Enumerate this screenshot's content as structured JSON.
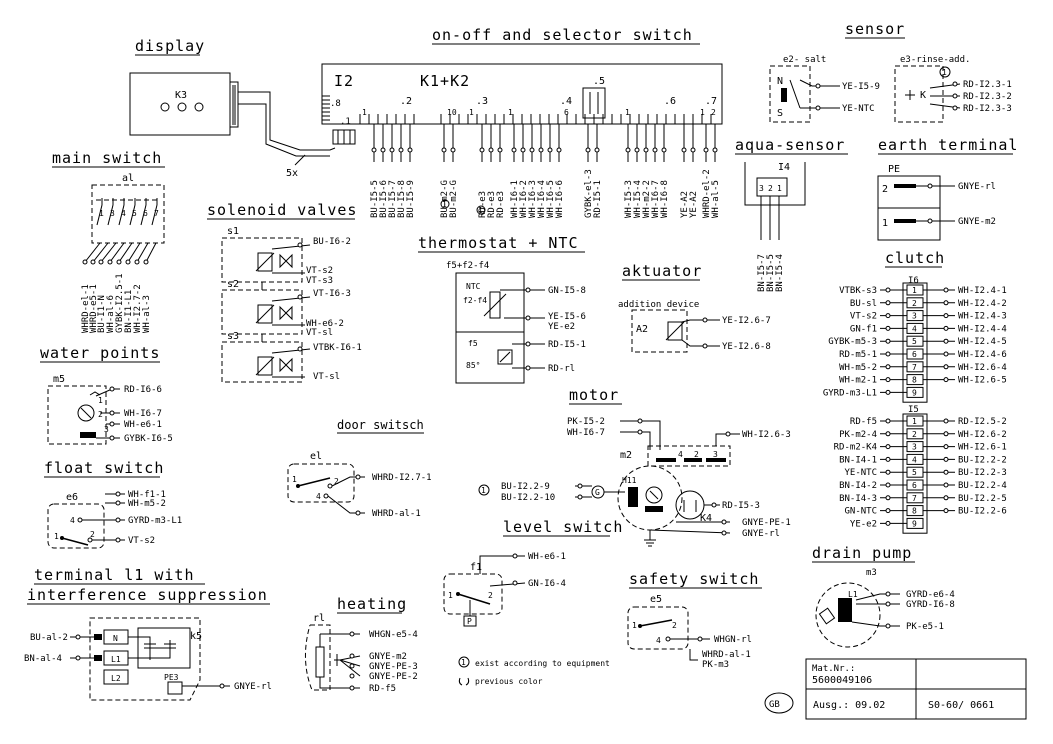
{
  "headings": {
    "display": "display",
    "on_off": "on-off and selector switch",
    "sensor": "sensor",
    "main_switch": "main switch",
    "solenoid_valves": "solenoid valves",
    "thermostat": "thermostat + NTC",
    "aqua_sensor": "aqua-sensor",
    "earth_terminal": "earth terminal",
    "clutch": "clutch",
    "water_points": "water points",
    "aktuator": "aktuator",
    "motor": "motor",
    "door_switch": "door switsch",
    "float_switch": "float switch",
    "level_switch": "level switch",
    "terminal_l1": "terminal l1 with",
    "interference": "interference suppression",
    "safety_switch": "safety switch",
    "heating": "heating",
    "drain_pump": "drain pump"
  },
  "display": {
    "ref": "K3",
    "count": "5x"
  },
  "selector": {
    "ref_i2": "I2",
    "ref_k": "K1+K2",
    "pins": [
      ".8",
      ".1",
      ".2",
      ".3",
      ".4",
      ".5",
      ".6",
      ".7"
    ],
    "pin_numbers": [
      "1",
      "10",
      "1",
      "1",
      "6",
      "1",
      "1",
      "2"
    ],
    "wires": [
      "BU-I5-5",
      "BU-I5-6",
      "BU-I5-7",
      "BU-I5-8",
      "BU-I5-9",
      "BU-m2-G",
      "BU-m2-G",
      "RD-e3",
      "RD-e3",
      "RD-e3",
      "WH-I6-1",
      "WH-I6-2",
      "WH-I6-3",
      "WH-I6-4",
      "WH-I6-5",
      "WH-I6-6",
      "GYBK-el-3",
      "RD-I5-1",
      "WH-I5-3",
      "WH-I5-4",
      "WH-m2-2",
      "WH-I6-7",
      "WH-I6-8",
      "YE-A2",
      "YE-A2",
      "WHRD-el-2",
      "WH-al-5"
    ]
  },
  "sensor": {
    "e2": "e2- salt",
    "e2_n": "N",
    "e2_s": "S",
    "e2_wires": [
      "YE-I5-9",
      "YE-NTC"
    ],
    "e3": "e3-rinse-add.",
    "e3_k": "K",
    "e3_wires": [
      "RD-I2.3-1",
      "RD-I2.3-2",
      "RD-I2.3-3"
    ],
    "note_mark": "1"
  },
  "main_switch": {
    "ref": "al",
    "pins": [
      "1",
      "3",
      "4",
      "5",
      "6",
      "7"
    ],
    "wires": [
      "WHRD-el-1",
      "WHRD-e5-1",
      "BU-I1-N",
      "WH-al-6",
      "GYBK-I2.5-1",
      "BN-I1-L1",
      "WH-I2.7-2",
      "WH-al-3"
    ]
  },
  "solenoid": {
    "s1": "s1",
    "s2": "s2",
    "s3": "s3",
    "s1_wires": [
      "BU-I6-2",
      "VT-s2",
      "VT-s3"
    ],
    "s2_wires": [
      "VT-I6-3",
      "WH-e6-2",
      "VT-sl"
    ],
    "s3_wires": [
      "VTBK-I6-1",
      "VT-sl"
    ]
  },
  "thermostat": {
    "ref": "f5+f2-f4",
    "ntc": "NTC",
    "f2f4": "f2-f4",
    "f5": "f5",
    "temp": "85°",
    "wires": [
      "GN-I5-8",
      "YE-I5-6",
      "YE-e2",
      "RD-I5-1",
      "RD-rl"
    ]
  },
  "aqua": {
    "ref": "I4",
    "pins": [
      "3",
      "2",
      "1"
    ],
    "wires": [
      "BN-I5-7",
      "BN-I5-5",
      "BN-I5-4"
    ]
  },
  "earth": {
    "pe": "PE",
    "pins": [
      "2",
      "1"
    ],
    "wires": [
      "GNYE-rl",
      "GNYE-m2"
    ]
  },
  "clutch": {
    "i6": "I6",
    "i6_left": [
      "VTBK-s3",
      "BU-sl",
      "VT-s2",
      "GN-f1",
      "GYBK-m5-3",
      "RD-m5-1",
      "WH-m5-2",
      "WH-m2-1",
      "GYRD-m3-L1"
    ],
    "i6_right": [
      "WH-I2.4-1",
      "WH-I2.4-2",
      "WH-I2.4-3",
      "WH-I2.4-4",
      "WH-I2.4-5",
      "WH-I2.4-6",
      "WH-I2.6-4",
      "WH-I2.6-5"
    ],
    "i5": "I5",
    "i5_left": [
      "RD-f5",
      "PK-m2-4",
      "RD-m2-K4",
      "BN-I4-1",
      "YE-NTC",
      "BN-I4-2",
      "BN-I4-3",
      "GN-NTC",
      "YE-e2"
    ],
    "i5_right": [
      "RD-I2.5-2",
      "WH-I2.6-2",
      "WH-I2.6-1",
      "BU-I2.2-2",
      "BU-I2.2-3",
      "BU-I2.2-4",
      "BU-I2.2-5",
      "BU-I2.2-6"
    ],
    "nums": [
      "1",
      "2",
      "3",
      "4",
      "5",
      "6",
      "7",
      "8",
      "9"
    ]
  },
  "water_points": {
    "ref": "m5",
    "pins": [
      "1",
      "2",
      "3"
    ],
    "wires": [
      "RD-I6-6",
      "WH-I6-7",
      "WH-e6-1",
      "GYBK-I6-5"
    ]
  },
  "aktuator": {
    "label": "addition device",
    "ref": "A2",
    "wires": [
      "YE-I2.6-7",
      "YE-I2.6-8"
    ]
  },
  "motor": {
    "ref": "m2",
    "in_wires": [
      "PK-I5-2",
      "WH-I6-7"
    ],
    "out_wire": "WH-I2.6-3",
    "pins": [
      "4",
      "2",
      "3"
    ],
    "left_wires": [
      "BU-I2.2-9",
      "BU-I2.2-10"
    ],
    "h1": "H11",
    "k4": "K4",
    "right_wires": [
      "RD-I5-3",
      "GNYE-PE-1",
      "GNYE-rl"
    ],
    "note_mark": "1",
    "g": "G"
  },
  "door": {
    "ref": "el",
    "pins": [
      "1",
      "2",
      "4"
    ],
    "wires": [
      "WHRD-I2.7-1",
      "WHRD-al-1"
    ]
  },
  "float": {
    "ref": "e6",
    "pins": [
      "4",
      "1",
      "2"
    ],
    "wires": [
      "WH-f1-1",
      "WH-m5-2",
      "GYRD-m3-L1",
      "VT-s2"
    ]
  },
  "level": {
    "ref": "f1",
    "pins": [
      "1",
      "2"
    ],
    "p": "P",
    "wires": [
      "WH-e6-1",
      "GN-I6-4"
    ]
  },
  "terminal": {
    "k5": "k5",
    "pe3": "PE3",
    "n": "N",
    "l1": "L1",
    "l2": "L2",
    "wires": [
      "BU-al-2",
      "BN-al-4",
      "GNYE-rl"
    ]
  },
  "safety": {
    "ref": "e5",
    "pins": [
      "1",
      "2",
      "4"
    ],
    "wires": [
      "WHGN-rl",
      "WHRD-al-1",
      "PK-m3"
    ]
  },
  "heating": {
    "ref": "rl",
    "wires": [
      "WHGN-e5-4",
      "GNYE-m2",
      "GNYE-PE-3",
      "GNYE-PE-2",
      "RD-f5"
    ]
  },
  "legend": {
    "mark": "1",
    "exist": "exist according to equipment",
    "prev": "previous color"
  },
  "drain": {
    "ref": "m3",
    "l1": "L1",
    "wires": [
      "GYRD-e6-4",
      "GYRD-I6-8",
      "PK-e5-1"
    ]
  },
  "titleblock": {
    "gb": "GB",
    "matnr_label": "Mat.Nr.:",
    "matnr": "5600049106",
    "ausg": "Ausg.: 09.02",
    "code": "S0-60/ 0661"
  }
}
